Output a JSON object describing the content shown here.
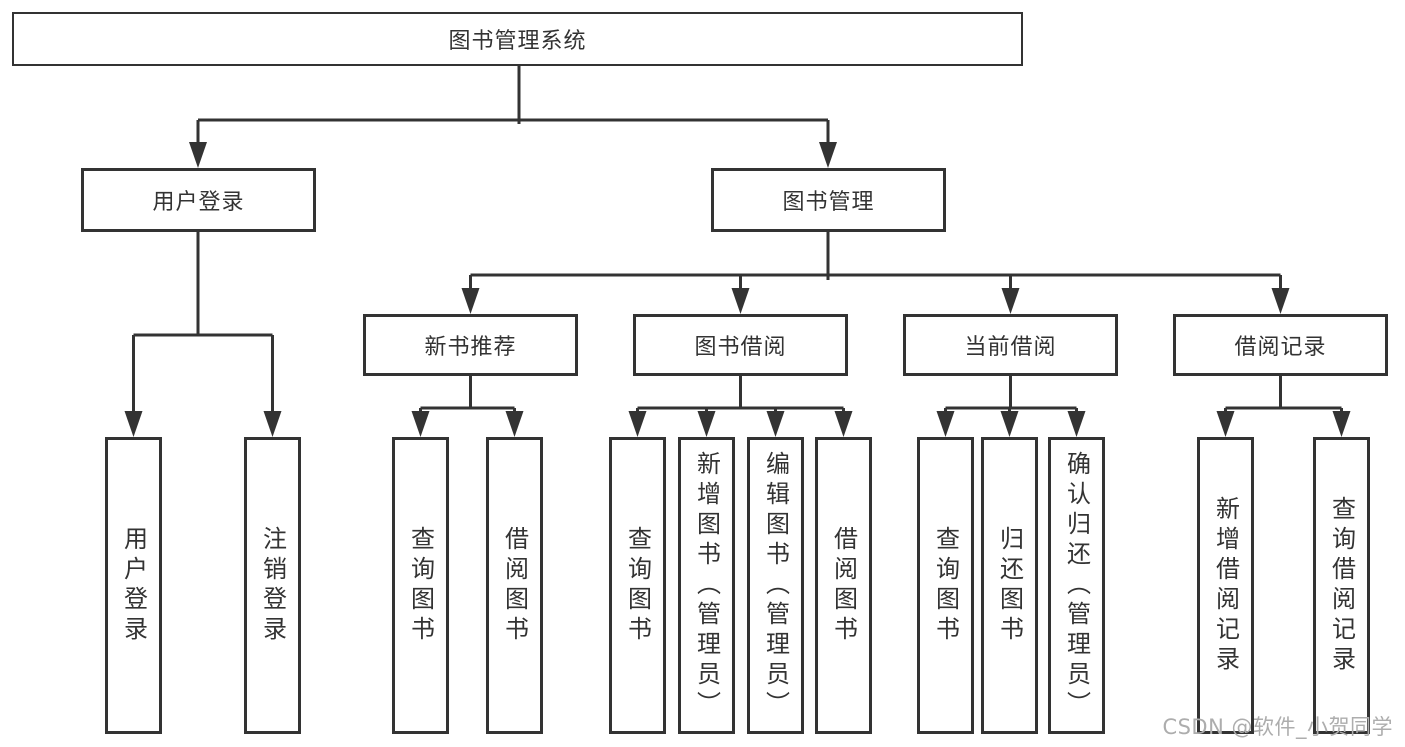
{
  "tree": {
    "root": {
      "label": "图书管理系统",
      "children": [
        {
          "label": "用户登录",
          "children": [
            {
              "label": "用户登录"
            },
            {
              "label": "注销登录"
            }
          ]
        },
        {
          "label": "图书管理",
          "children": [
            {
              "label": "新书推荐",
              "children": [
                {
                  "label": "查询图书"
                },
                {
                  "label": "借阅图书"
                }
              ]
            },
            {
              "label": "图书借阅",
              "children": [
                {
                  "label": "查询图书"
                },
                {
                  "label": "新增图书（管理员）"
                },
                {
                  "label": "编辑图书（管理员）"
                },
                {
                  "label": "借阅图书"
                }
              ]
            },
            {
              "label": "当前借阅",
              "children": [
                {
                  "label": "查询图书"
                },
                {
                  "label": "归还图书"
                },
                {
                  "label": "确认归还（管理员）"
                }
              ]
            },
            {
              "label": "借阅记录",
              "children": [
                {
                  "label": "新增借阅记录"
                },
                {
                  "label": "查询借阅记录"
                }
              ]
            }
          ]
        }
      ]
    }
  },
  "watermark": {
    "text": "CSDN @软件_小贺同学"
  },
  "colors": {
    "line": "#333333",
    "text": "#333333",
    "box_background": "#ffffff",
    "page_background": "#ffffff",
    "watermark": "#adadad"
  }
}
